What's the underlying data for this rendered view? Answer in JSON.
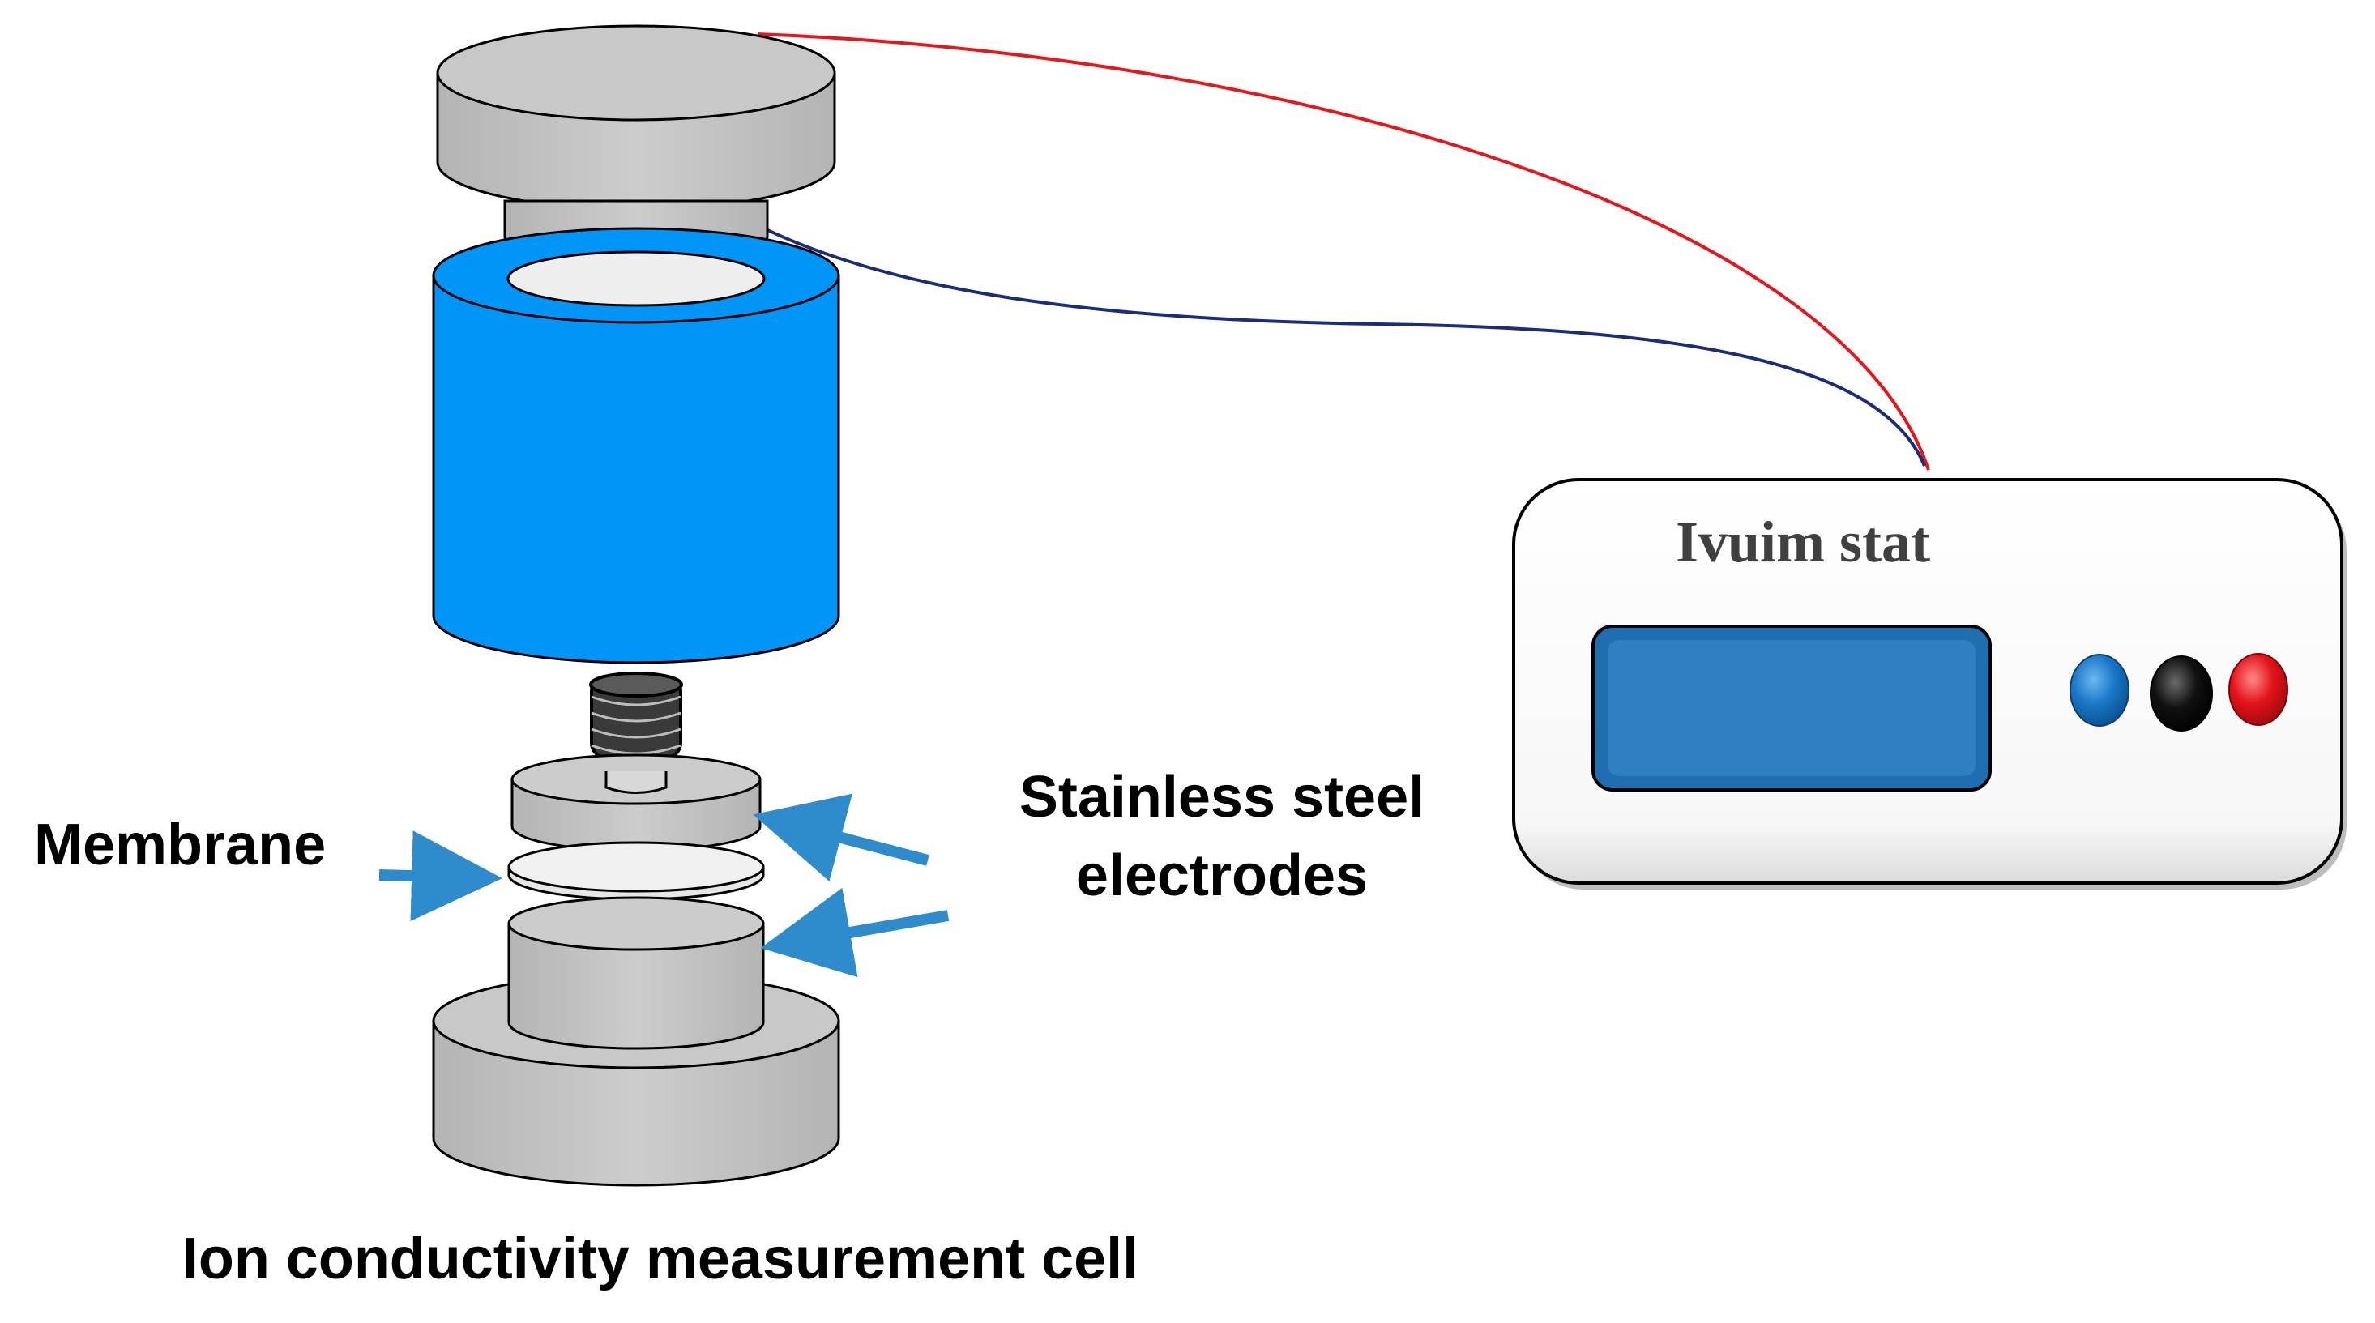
{
  "labels": {
    "membrane": "Membrane",
    "electrodes_line1": "Stainless steel",
    "electrodes_line2": "electrodes",
    "device_name": "Ivuim stat",
    "caption": "Ion conductivity measurement cell"
  },
  "colors": {
    "cell_blue": "#0095f6",
    "steel_gray": "#c9c9c9",
    "membrane_white": "#f0f0f0",
    "arrow_blue": "#2e8bcc",
    "wire_red": "#e8161b",
    "wire_navy": "#1c2c7c",
    "display_blue": "#2f7fc2",
    "button_blue": "#1a78c8",
    "button_black": "#0a0a0a",
    "button_red": "#e3141b"
  }
}
